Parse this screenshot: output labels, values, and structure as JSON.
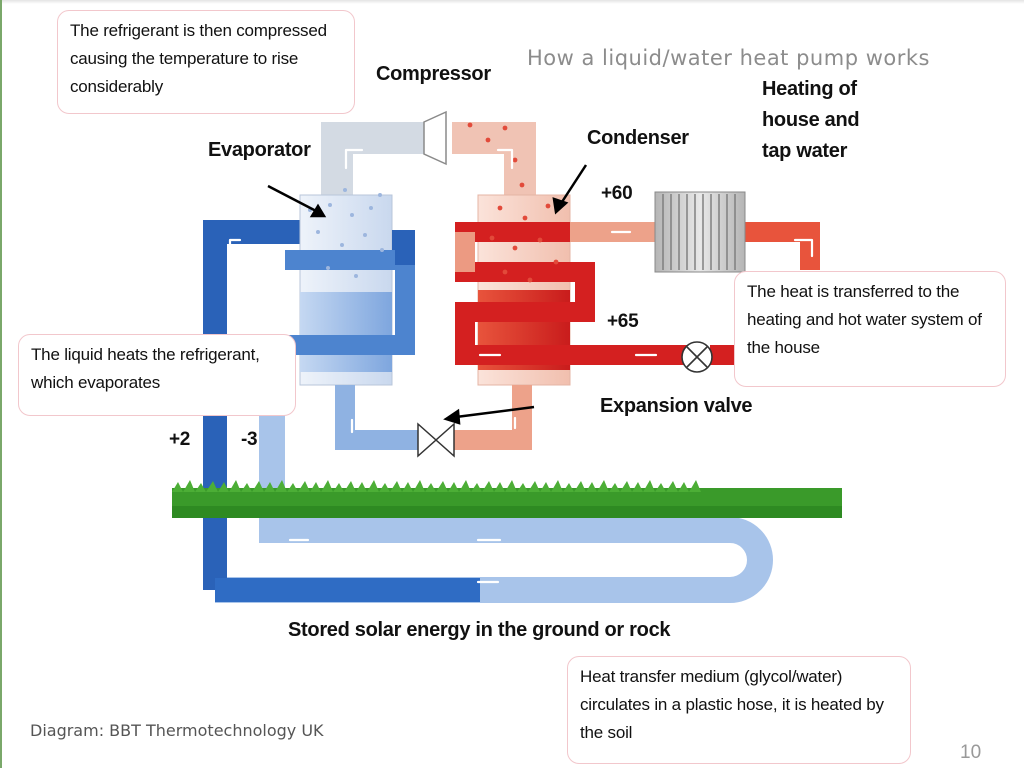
{
  "title": "How a liquid/water heat pump works",
  "callouts": {
    "compressed": "The refrigerant is then compressed causing the temperature to rise considerably",
    "heat_transferred": "The heat is transferred to the heating and hot water system of the house",
    "liquid_heats": "The liquid heats the refrigerant, which evaporates",
    "heat_medium": "Heat transfer medium (glycol/water) circulates in a plastic hose, it is heated by the soil"
  },
  "labels": {
    "compressor": "Compressor",
    "evaporator": "Evaporator",
    "condenser": "Condenser",
    "heating": "Heating of house and tap water",
    "expansion_valve": "Expansion valve",
    "ground": "Stored solar energy in the ground or rock"
  },
  "temperatures": {
    "plus60": "+60",
    "plus65": "+65",
    "plus2": "+2",
    "minus3": "-3"
  },
  "credit": "Diagram: BBT Thermotechnology UK",
  "page_number": "10",
  "colors": {
    "cold_loop": "#2a62b8",
    "cool_light": "#a8c4ea",
    "hot_loop": "#d42020",
    "warm_light": "#eda28a",
    "grass": "#3a9a2a",
    "title": "#8c8c8c",
    "callout_border": "#f2c7cc"
  }
}
